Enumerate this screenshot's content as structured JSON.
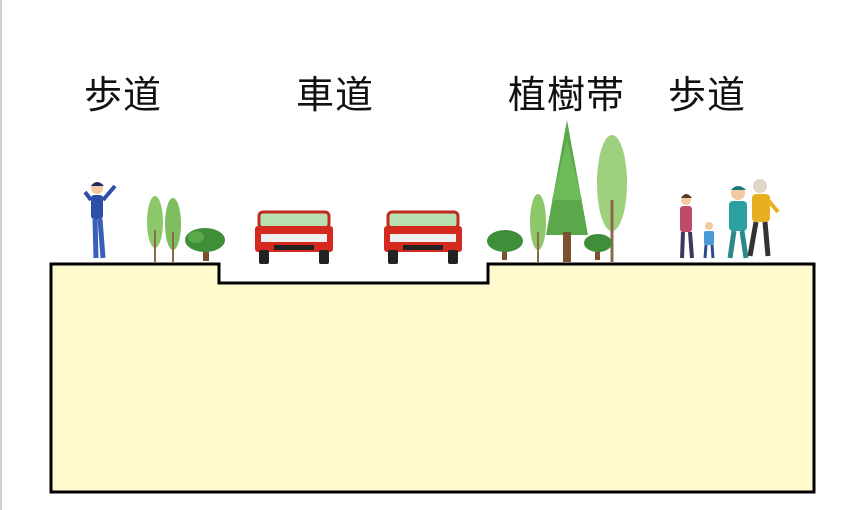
{
  "labels": {
    "sidewalk_left": "歩道",
    "roadway": "車道",
    "planting_strip": "植樹帯",
    "sidewalk_right": "歩道"
  },
  "colors": {
    "ground_fill": "#fffacd",
    "outline": "#000000",
    "car_body": "#d42a1e",
    "tree_green": "#5aa84a",
    "shrub_green": "#3f8f3a"
  },
  "icons": [
    "pedestrian-icon",
    "poplar-tree-icon",
    "shrub-icon",
    "car-icon",
    "conifer-tree-icon",
    "family-walking-icon"
  ]
}
